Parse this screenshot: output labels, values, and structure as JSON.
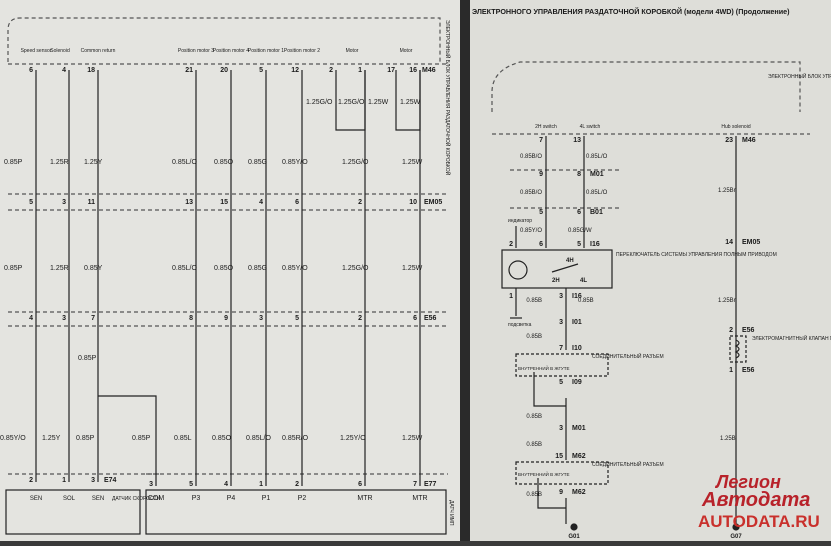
{
  "left_page": {
    "top_note": "ЭЛЕКТРОННЫЙ БЛОК УПРАВЛЕНИЯ РАЗДАТОЧНОЙ КОРОБКОЙ",
    "header_labels": [
      "Speed sensor",
      "Solenoid",
      "Common return",
      "Position motor 3",
      "Position motor 4",
      "Position motor 1",
      "Position motor 2",
      "Motor",
      "Motor"
    ],
    "pins_top": [
      "6",
      "4",
      "18",
      "21",
      "20",
      "5",
      "12",
      "2",
      "1",
      "17",
      "16"
    ],
    "top_connector": "M46",
    "upper_wire_labels": [
      "1.25G/O",
      "1.25G/O",
      "1.25W",
      "1.25W"
    ],
    "wire_labels_row1": [
      "0.85P",
      "1.25R",
      "1.25Y",
      "0.85L/O",
      "0.85O",
      "0.85G",
      "0.85Y/O",
      "1.25G/O",
      "1.25W"
    ],
    "pins_row2": [
      "5",
      "3",
      "11",
      "13",
      "15",
      "4",
      "6",
      "2",
      "10"
    ],
    "row2_connector": "EM05",
    "wire_labels_row2": [
      "0.85P",
      "1.25R",
      "0.85Y",
      "0.85L/O",
      "0.85O",
      "0.85G",
      "0.85Y/O",
      "1.25G/O",
      "1.25W"
    ],
    "pins_row3": [
      "4",
      "3",
      "7",
      "8",
      "9",
      "3",
      "5",
      "2",
      "6"
    ],
    "row3_connector": "E56",
    "mid_label": "0.85P",
    "wire_labels_row3": [
      "0.85Y/O",
      "1.25Y",
      "0.85P",
      "0.85P",
      "0.85L",
      "0.85O",
      "0.85L/O",
      "0.85R/O",
      "1.25Y/O",
      "1.25W"
    ],
    "pins_bottom_left": [
      "2",
      "1",
      "3"
    ],
    "connector_e74": "E74",
    "pins_bottom_right": [
      "3",
      "5",
      "4",
      "1",
      "2",
      "6",
      "7"
    ],
    "connector_e77": "E77",
    "terminal_labels_left": [
      "SEN",
      "SOL",
      "SEN"
    ],
    "sensor_title": "ДАТЧИК СКОРОСТИ",
    "terminal_labels_right": [
      "COM",
      "P3",
      "P4",
      "P1",
      "P2",
      "MTR",
      "MTR"
    ],
    "right_box_title": "ДАТЧ ИМП"
  },
  "right_page": {
    "title": "ЭЛЕКТРОННОГО УПРАВЛЕНИЯ РАЗДАТОЧНОЙ КОРОБКОЙ (модели 4WD) (Продолжение)",
    "ecu_label": "ЭЛЕКТРОННЫЙ БЛОК УПРАВЛЕНИЯ РАЗДАТОЧНОЙ КОРОБКИ",
    "header_labels": [
      "2H switch",
      "4L switch",
      "Hub solenoid"
    ],
    "pins_top": [
      "7",
      "13",
      "23"
    ],
    "connector_m46": "M46",
    "left_wires": [
      "0.85B/O",
      "0.85B/O",
      "0.85Y/O",
      "0.85B",
      "0.85B",
      "0.85B",
      "0.85B",
      "0.85B"
    ],
    "right_wires": [
      "0.85L/O",
      "0.85L/O",
      "0.85G/W",
      "0.85B"
    ],
    "m01_pins": [
      "9",
      "8"
    ],
    "connector_m01": "M01",
    "b01_pins": [
      "5",
      "6"
    ],
    "connector_b01": "B01",
    "indicator_label": "индикатор",
    "switch_pins": [
      "2",
      "6",
      "5"
    ],
    "connector_i16": "I16",
    "switch_title": "ПЕРЕКЛЮЧАТЕЛЬ СИСТЕМЫ УПРАВЛЕНИЯ ПОЛНЫМ ПРИВОДОМ",
    "switch_positions": [
      "4H",
      "2H",
      "4L"
    ],
    "ground_label": "подсветка",
    "i16_pins": [
      "1",
      "3"
    ],
    "connector_i16b": "I16",
    "i01_pin": "3",
    "connector_i01": "I01",
    "joint1_pin": "7",
    "connector_i10": "I10",
    "joint_title": "СОЕДИНИТЕЛЬНЫЙ РАЗЪЕМ",
    "joint_inner": "ВНУТРЕННИЙ В ЖГУТЕ",
    "joint1_pin_b": "5",
    "connector_i09": "I09",
    "m01_pin2": "3",
    "connector_m01b": "M01",
    "joint2_pin": "15",
    "connector_m62": "M62",
    "joint2_pin_b": "9",
    "connector_m62b": "M62",
    "ground_g01": "G01",
    "hub_wire_1": "1.25Br",
    "em05_pin": "14",
    "connector_em05": "EM05",
    "hub_wire_2": "1.25Br",
    "e56_pin": "2",
    "connector_e56": "E56",
    "clutch_title": "ЭЛЕКТРОМАГНИТНЫЙ КЛАПАН МУФТЫ",
    "e56_pin2": "1",
    "connector_e56b": "E56",
    "hub_wire_3": "1.25B",
    "ground_g07": "G07",
    "watermark_top": "Легион",
    "watermark_mid": "Автодата",
    "watermark_url": "AUTODATA.RU"
  }
}
